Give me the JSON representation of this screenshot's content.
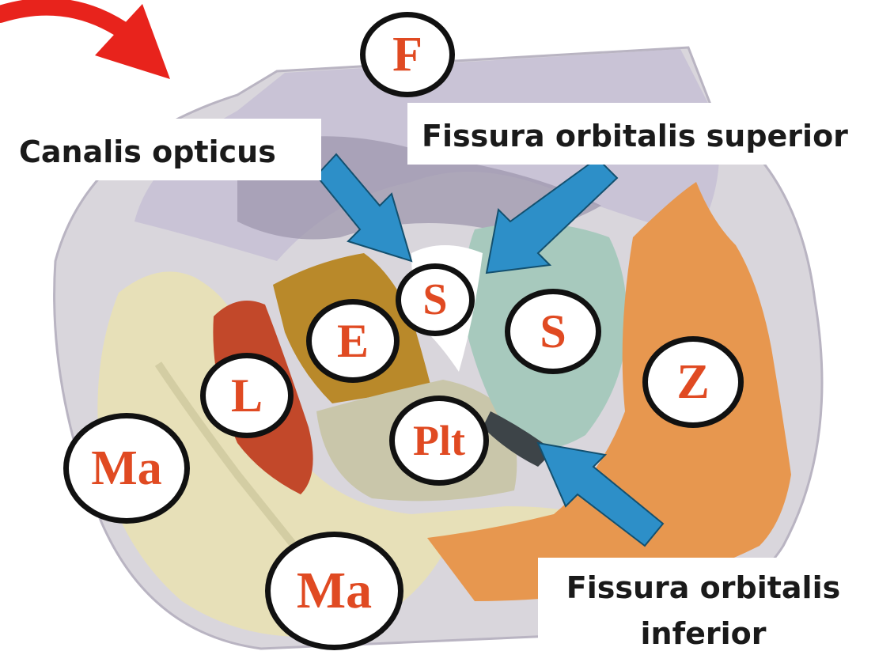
{
  "labels": {
    "frontal": "F",
    "sphenoid_minor": "S",
    "sphenoid_major": "S",
    "ethmoid": "E",
    "lacrimal": "L",
    "zygomatic": "Z",
    "palatine": "Plt",
    "maxilla_left": "Ma",
    "maxilla_bottom": "Ma"
  },
  "callouts": {
    "canalis_opticus": "Canalis opticus",
    "fissura_superior": "Fissura orbitalis superior",
    "fissura_inferior_line1": "Fissura orbitalis",
    "fissura_inferior_line2": "inferior"
  },
  "colors": {
    "label_text": "#e04a22",
    "arrow_blue": "#2d8fc8",
    "curved_arrow_red": "#e8231c",
    "frontal_bone": "#c9c3d6",
    "sphenoid_bone": "#a7c9bd",
    "ethmoid_bone": "#b9892a",
    "lacrimal_bone": "#c2482a",
    "zygomatic_bone": "#e7974f",
    "maxilla_bone": "#e7e0b8",
    "palatine_bone": "#c9c6aa"
  }
}
